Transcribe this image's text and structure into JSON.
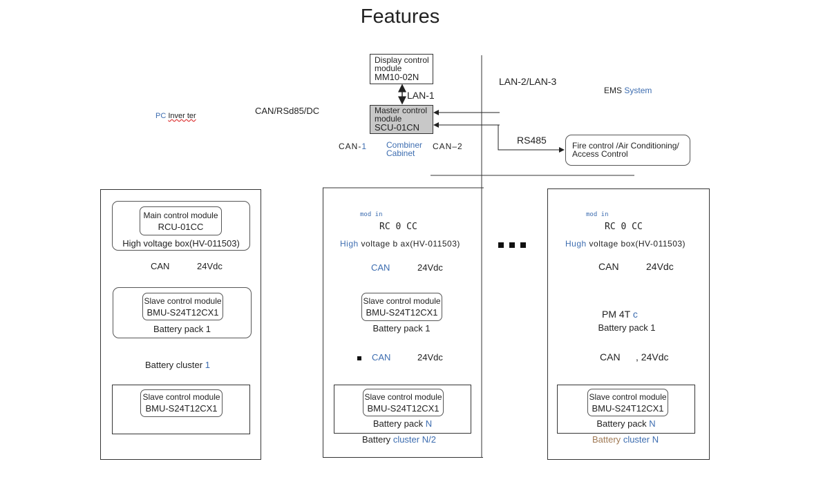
{
  "title": "Features",
  "top": {
    "display_module": {
      "line1": "Display control",
      "line2": "module",
      "model": "MM10-02N"
    },
    "lan1": "LAN-1",
    "master_module": {
      "line1": "Master control",
      "line2": "module",
      "model": "SCU-01CN"
    },
    "lan23": "LAN-2/LAN-3",
    "ems_prefix": "EMS",
    "ems_suffix": "System",
    "pc_prefix": "PC",
    "pc_suffix": "Inver ter",
    "can_rs485_dc": "CAN/RSd85/DC",
    "rs485": "RS485",
    "fire_control": {
      "line1": "Fire control /Air Conditioning/",
      "line2": "Access Control"
    },
    "can1_prefix": "CAN-",
    "can1_suffix": "1",
    "combiner_line1": "Combiner",
    "combiner_line2": "Cabinet",
    "can2_prefix": "CAN",
    "can2_suffix": "–2"
  },
  "cluster1": {
    "main_module_label": "Main control module",
    "main_module_model": "RCU-01CC",
    "hv_box": "High voltage box(HV-011503)",
    "can": "CAN",
    "vdc": "24Vdc",
    "slave_label": "Slave control module",
    "slave_model": "BMU-S24T12CX1",
    "pack": "Battery pack 1",
    "cluster_prefix": "Battery cluster",
    "cluster_suffix": "1",
    "slave2_label": "Slave control module",
    "slave2_model": "BMU-S24T12CX1"
  },
  "cluster2": {
    "mod_in": "mod in",
    "rc_cc": "RC  0 CC",
    "hv_prefix": "High",
    "hv_suffix": " voltage  b ax(HV-011503)",
    "can": "CAN",
    "vdc": "24Vdc",
    "slave_label": "Slave control module",
    "slave_model": "BMU-S24T12CX1",
    "pack": "Battery pack 1",
    "can2": "CAN",
    "vdc2": "24Vdc",
    "slave2_label": "Slave control module",
    "slave2_model": "BMU-S24T12CX1",
    "pack_n_prefix": "Battery pack",
    "pack_n_suffix": "N",
    "cluster_prefix": "Battery",
    "cluster_suffix": "cluster N/2"
  },
  "cluster3": {
    "mod_in": "mod in",
    "rc_cc": "RC  0 CC",
    "hv_prefix": "Hugh",
    "hv_suffix": " voltage  box(HV-011503)",
    "can": "CAN",
    "vdc": "24Vdc",
    "pm_text": "PM  4T",
    "pm_c": "c",
    "pack": "Battery pack 1",
    "can2": "CAN",
    "vdc2": ", 24Vdc",
    "slave_label": "Slave control module",
    "slave_model": "BMU-S24T12CX1",
    "pack_n_prefix": "Battery pack",
    "pack_n_suffix": "N",
    "cluster_prefix": "Battery",
    "cluster_suffix": "cluster N"
  },
  "colors": {
    "accent_blue": "#3d6db0",
    "master_fill": "#c8c8c8",
    "brown": "#a07a55"
  }
}
